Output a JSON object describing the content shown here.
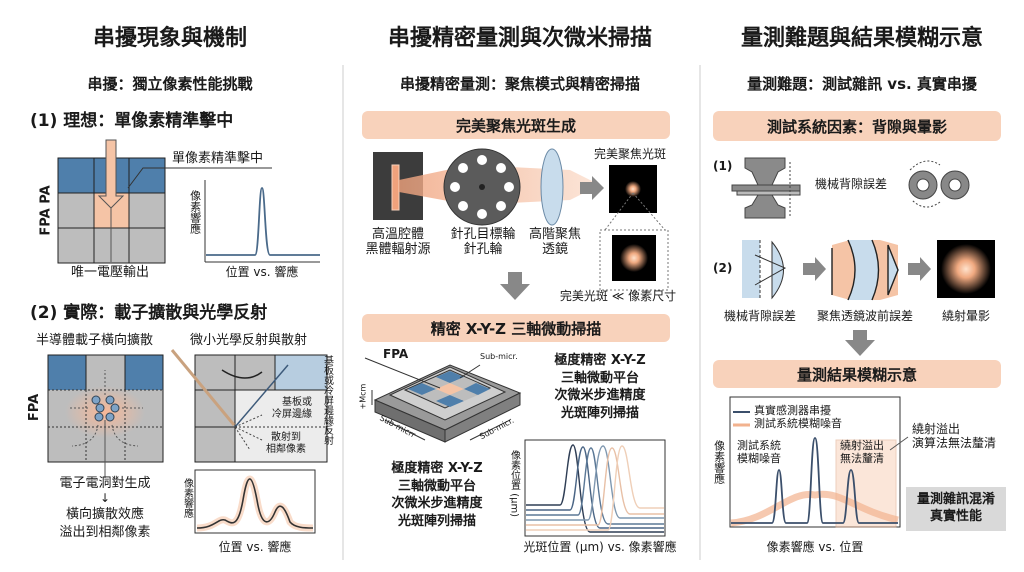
{
  "left": {
    "title": "串擾現象與機制",
    "subtitle": "串擾：獨立像素性能挑戰",
    "ideal": {
      "heading": "(1) 理想：單像素精準擊中",
      "hit_label": "單像素精準擊中",
      "fpa_label": "FPA PA",
      "output_label": "唯一電壓輸出",
      "chart_ylabel": "像素響應",
      "chart_xlabel": "位置 vs. 響應"
    },
    "real": {
      "heading": "(2) 實際：載子擴散與光學反射",
      "diffusion_label": "半導體載子橫向擴散",
      "reflection_label": "微小光學反射與散射",
      "fpa_label": "FPA",
      "edge_label_vertical": "基板或冷屏邊緣反射",
      "edge_label": "基板或\n冷屏邊緣",
      "scatter_label": "散射到\n相鄰像素",
      "pair_label": "電子電洞對生成",
      "arrow": "↓",
      "effect_line1": "橫向擴散效應",
      "effect_line2": "溢出到相鄰像素",
      "chart_ylabel": "像素響應",
      "chart_xlabel": "位置 vs. 響應"
    }
  },
  "middle": {
    "title": "串擾精密量測與次微米掃描",
    "subtitle": "串擾精密量測：聚焦模式與精密掃描",
    "banner1": "完美聚焦光斑生成",
    "source_label": "高溫腔體\n黑體輻射源",
    "wheel_label": "針孔目標輪\n針孔輪",
    "lens_label": "高階聚焦\n透鏡",
    "spot_label": "完美聚焦光斑",
    "spot_note": "完美光斑 ≪ 像素尺寸",
    "banner2": "精密 X-Y-Z 三軸微動掃描",
    "stage": {
      "fpa": "FPA",
      "sub1": "Sub-micr.",
      "sub2": "Sub-micrr",
      "sub3": "Sub-micr.",
      "z": "+Mcm"
    },
    "stage_text_right": [
      "極度精密 X-Y-Z",
      "三軸微動平台",
      "次微米步進精度",
      "光斑陣列掃描"
    ],
    "stage_text_bottom": [
      "極度精密 X-Y-Z",
      "三軸微動平台",
      "次微米步進精度",
      "光斑陣列掃描"
    ],
    "chart_ylabel": "像素位置 (μm)",
    "chart_xlabel": "光斑位置 (μm) vs. 像素響應"
  },
  "right": {
    "title": "量測難題與結果模糊示意",
    "subtitle": "量測難題：測試雜訊 vs. 真實串擾",
    "banner1": "測試系統因素：背隙與暈影",
    "item1_num": "(1)",
    "item1_label": "機械背隙誤差",
    "item2_num": "(2)",
    "item2_labels": [
      "機械背隙誤差",
      "聚焦透鏡波前誤差",
      "繞射暈影"
    ],
    "banner2": "量測結果模糊示意",
    "legend": [
      "真實感測器串擾",
      "測試系統模糊噪音"
    ],
    "noise_label": "測試系統\n模糊噪音",
    "overflow_box_label": "繞射溢出\n無法釐清",
    "overflow_note": "繞射溢出\n演算法無法釐清",
    "conclusion": "量測雜訊混淆\n真實性能",
    "chart_ylabel": "像素響應",
    "chart_xlabel": "像素響應 vs. 位置",
    "colors": {
      "true": "#3b4f6b",
      "noise": "#f2b28e"
    }
  },
  "colors": {
    "banner": "#f8d2bb",
    "pixel_blue": "#4f7fab",
    "pixel_gray": "#bdbdbd",
    "peach": "#f5c4a6"
  }
}
